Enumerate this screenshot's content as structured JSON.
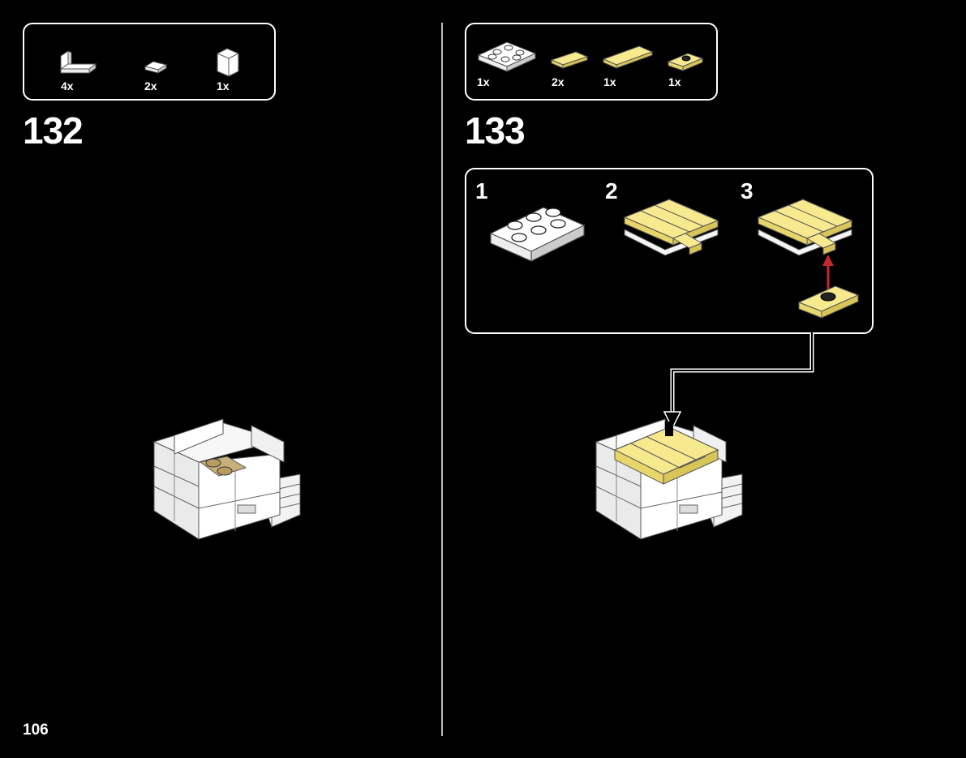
{
  "page": {
    "number": "106"
  },
  "step_132": {
    "number": "132",
    "parts": [
      {
        "qty": "4x",
        "icon": "white-bracket-plate-icon"
      },
      {
        "qty": "2x",
        "icon": "white-tile-icon"
      },
      {
        "qty": "1x",
        "icon": "white-corner-panel-icon"
      }
    ]
  },
  "step_133": {
    "number": "133",
    "parts": [
      {
        "qty": "1x",
        "icon": "white-plate-2x3-icon"
      },
      {
        "qty": "2x",
        "icon": "yellow-tile-1x3-icon"
      },
      {
        "qty": "1x",
        "icon": "yellow-tile-1x4-icon"
      },
      {
        "qty": "1x",
        "icon": "yellow-jumper-plate-icon"
      }
    ],
    "substeps": [
      {
        "number": "1"
      },
      {
        "number": "2"
      },
      {
        "number": "3"
      }
    ]
  },
  "colors": {
    "background": "#000000",
    "brick_white": "#ffffff",
    "brick_yellow": "#f7e98e",
    "brick_tan": "#c8b07a",
    "arrow_red": "#c1272d"
  }
}
